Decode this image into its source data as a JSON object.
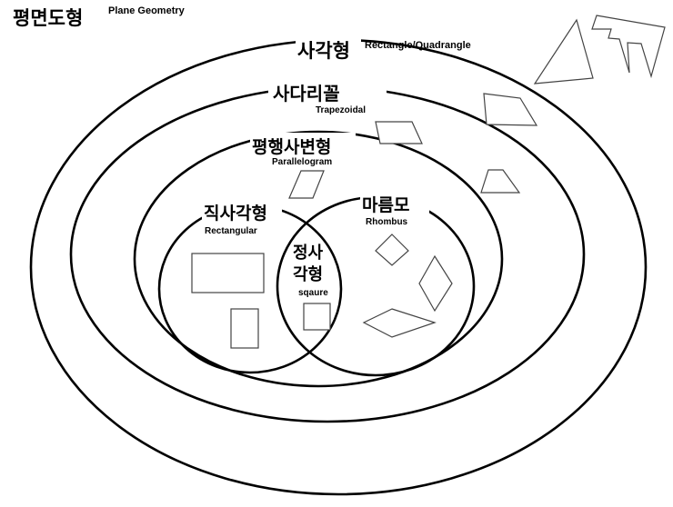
{
  "title": {
    "korean": "평면도형",
    "english": "Plane Geometry"
  },
  "sets": {
    "quadrangle": {
      "korean": "사각형",
      "english": "Rectangle/Quadrangle"
    },
    "trapezoid": {
      "korean": "사다리꼴",
      "english": "Trapezoidal"
    },
    "parallelogram": {
      "korean": "평행사변형",
      "english": "Parallelogram"
    },
    "rectangle": {
      "korean": "직사각형",
      "english": "Rectangular"
    },
    "rhombus": {
      "korean": "마름모",
      "english": "Rhombus"
    },
    "square": {
      "korean_line1": "정사",
      "korean_line2": "각형",
      "english": "sqaure"
    }
  }
}
